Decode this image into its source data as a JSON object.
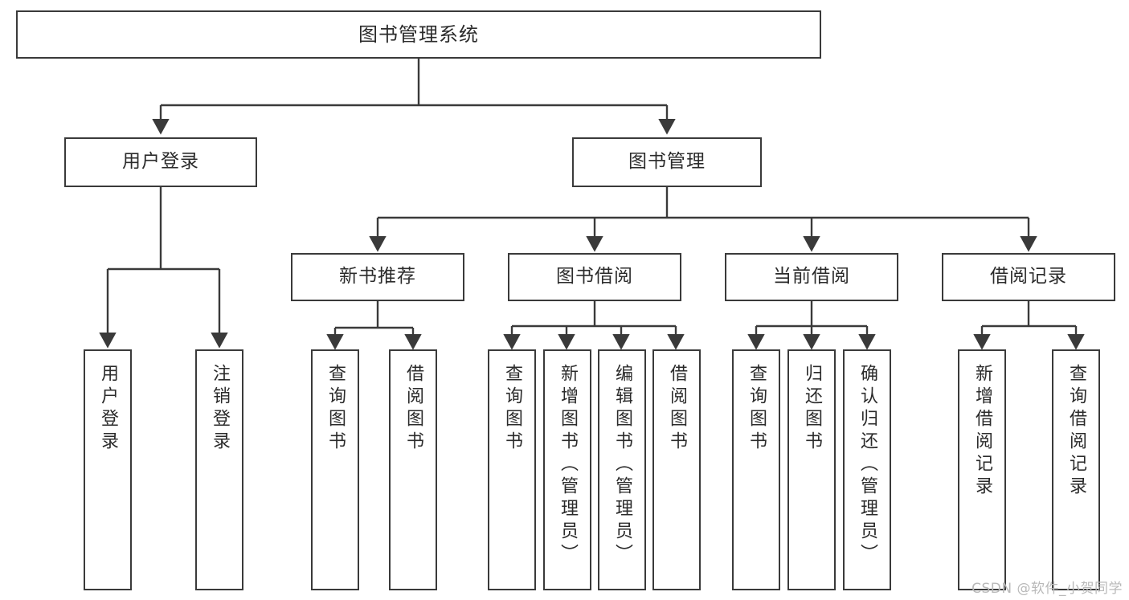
{
  "diagram": {
    "title": "图书管理系统",
    "type": "hierarchy-tree",
    "background": "#ffffff",
    "border_color": "#3a3a3a",
    "text_color": "#2b2b2b"
  },
  "nodes": {
    "root": {
      "label": "图书管理系统"
    },
    "level2": [
      {
        "key": "user_login",
        "label": "用户登录"
      },
      {
        "key": "book_manage",
        "label": "图书管理"
      }
    ],
    "level3": [
      {
        "key": "new_book_rec",
        "label": "新书推荐"
      },
      {
        "key": "book_borrow",
        "label": "图书借阅"
      },
      {
        "key": "current_borrow",
        "label": "当前借阅"
      },
      {
        "key": "borrow_record",
        "label": "借阅记录"
      }
    ],
    "leaves": {
      "user_login": [
        {
          "key": "leaf_user_login",
          "label": "用户登录"
        },
        {
          "key": "leaf_user_logout",
          "label": "注销登录"
        }
      ],
      "new_book_rec": [
        {
          "key": "leaf_query_book_1",
          "label": "查询图书"
        },
        {
          "key": "leaf_borrow_book_1",
          "label": "借阅图书"
        }
      ],
      "book_borrow": [
        {
          "key": "leaf_query_book_2",
          "label": "查询图书"
        },
        {
          "key": "leaf_add_book",
          "label": "新增图书（管理员）"
        },
        {
          "key": "leaf_edit_book",
          "label": "编辑图书（管理员）"
        },
        {
          "key": "leaf_borrow_book_2",
          "label": "借阅图书"
        }
      ],
      "current_borrow": [
        {
          "key": "leaf_query_book_3",
          "label": "查询图书"
        },
        {
          "key": "leaf_return_book",
          "label": "归还图书"
        },
        {
          "key": "leaf_confirm_return",
          "label": "确认归还（管理员）"
        }
      ],
      "borrow_record": [
        {
          "key": "leaf_add_record",
          "label": "新增借阅记录"
        },
        {
          "key": "leaf_query_record",
          "label": "查询借阅记录"
        }
      ]
    }
  },
  "watermark": {
    "text": "CSDN @软件_小贺同学",
    "color": "#b9b9b9"
  }
}
